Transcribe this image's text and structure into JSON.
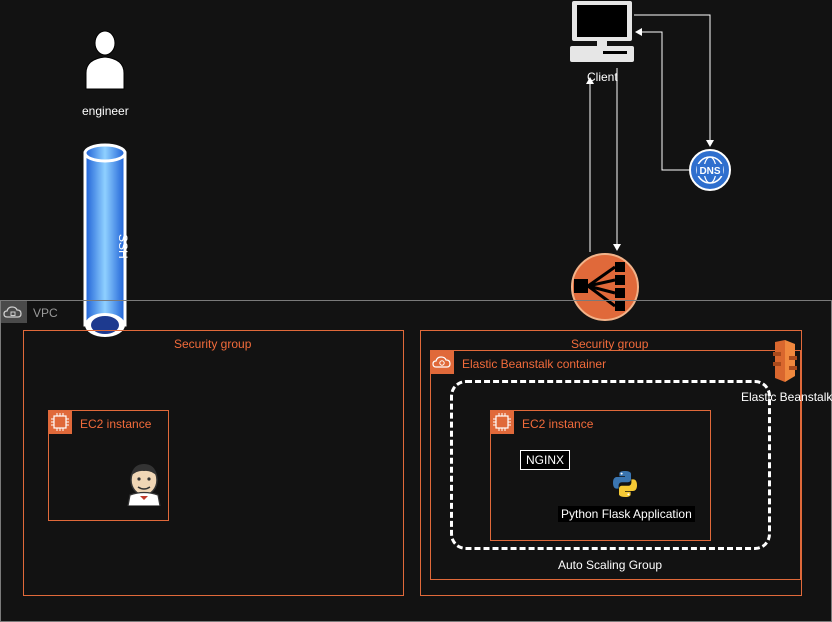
{
  "diagram": {
    "nodes": {
      "engineer": "engineer",
      "ssh": "SSH",
      "vpc": "VPC",
      "client": "Client",
      "dns": "DNS",
      "sg_left": "Security group",
      "sg_right": "Security group",
      "ec2_left": "EC2 instance",
      "eb_container": "Elastic Beanstalk container",
      "eb_service": "Elastic Beanstalk",
      "ec2_right": "EC2 instance",
      "nginx": "NGINX",
      "flask": "Python Flask Application",
      "asg": "Auto Scaling Group"
    },
    "colors": {
      "background": "#121212",
      "orange": "#e0693a",
      "vpc_border": "#7a7a7a",
      "pipe_blue": "#2c8bf0",
      "dns_blue": "#2f6fce"
    }
  }
}
